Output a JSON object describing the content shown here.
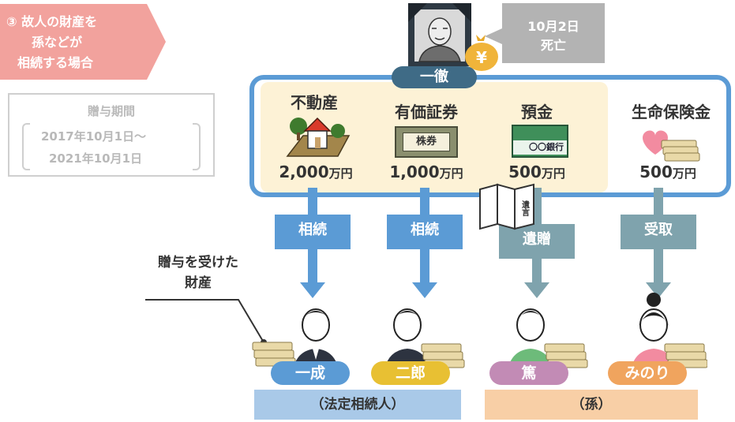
{
  "case": {
    "line1": "③ 故人の財産を",
    "line2": "孫などが",
    "line3": "相続する場合"
  },
  "gift_period": {
    "title": "贈与期間",
    "from": "2017年10月1日～",
    "to": "2021年10月1日"
  },
  "deceased": {
    "name": "一徹",
    "death_date": "10月2日",
    "death_label": "死亡",
    "yen_symbol": "¥"
  },
  "assets": [
    {
      "label": "不動産",
      "amount": "2,000",
      "unit": "万円",
      "icon": "house-icon"
    },
    {
      "label": "有価証券",
      "amount": "1,000",
      "unit": "万円",
      "icon": "stock-certificate-icon",
      "icon_text": "株券"
    },
    {
      "label": "預金",
      "amount": "500",
      "unit": "万円",
      "icon": "bankbook-icon",
      "icon_text": "〇〇銀行"
    },
    {
      "label": "生命保険金",
      "amount": "500",
      "unit": "万円",
      "icon": "heart-money-icon"
    }
  ],
  "will": {
    "icon": "will-document-icon",
    "text": "遺言"
  },
  "transfers": [
    {
      "label": "相続",
      "color": "#5b9bd5"
    },
    {
      "label": "相続",
      "color": "#5b9bd5"
    },
    {
      "label": "遺贈",
      "color": "#7fa3ad"
    },
    {
      "label": "受取",
      "color": "#7fa3ad"
    }
  ],
  "gift_note": {
    "line1": "贈与を受けた",
    "line2": "財産"
  },
  "persons": [
    {
      "name": "一成",
      "color": "#5b9bd5"
    },
    {
      "name": "二郎",
      "color": "#e8c033"
    },
    {
      "name": "篤",
      "color": "#c28bb5"
    },
    {
      "name": "みのり",
      "color": "#f0a45e"
    }
  ],
  "groups": [
    {
      "label": "（法定相続人）",
      "color": "#a9c9e8"
    },
    {
      "label": "（孫）",
      "color": "#f8cfa6"
    }
  ]
}
